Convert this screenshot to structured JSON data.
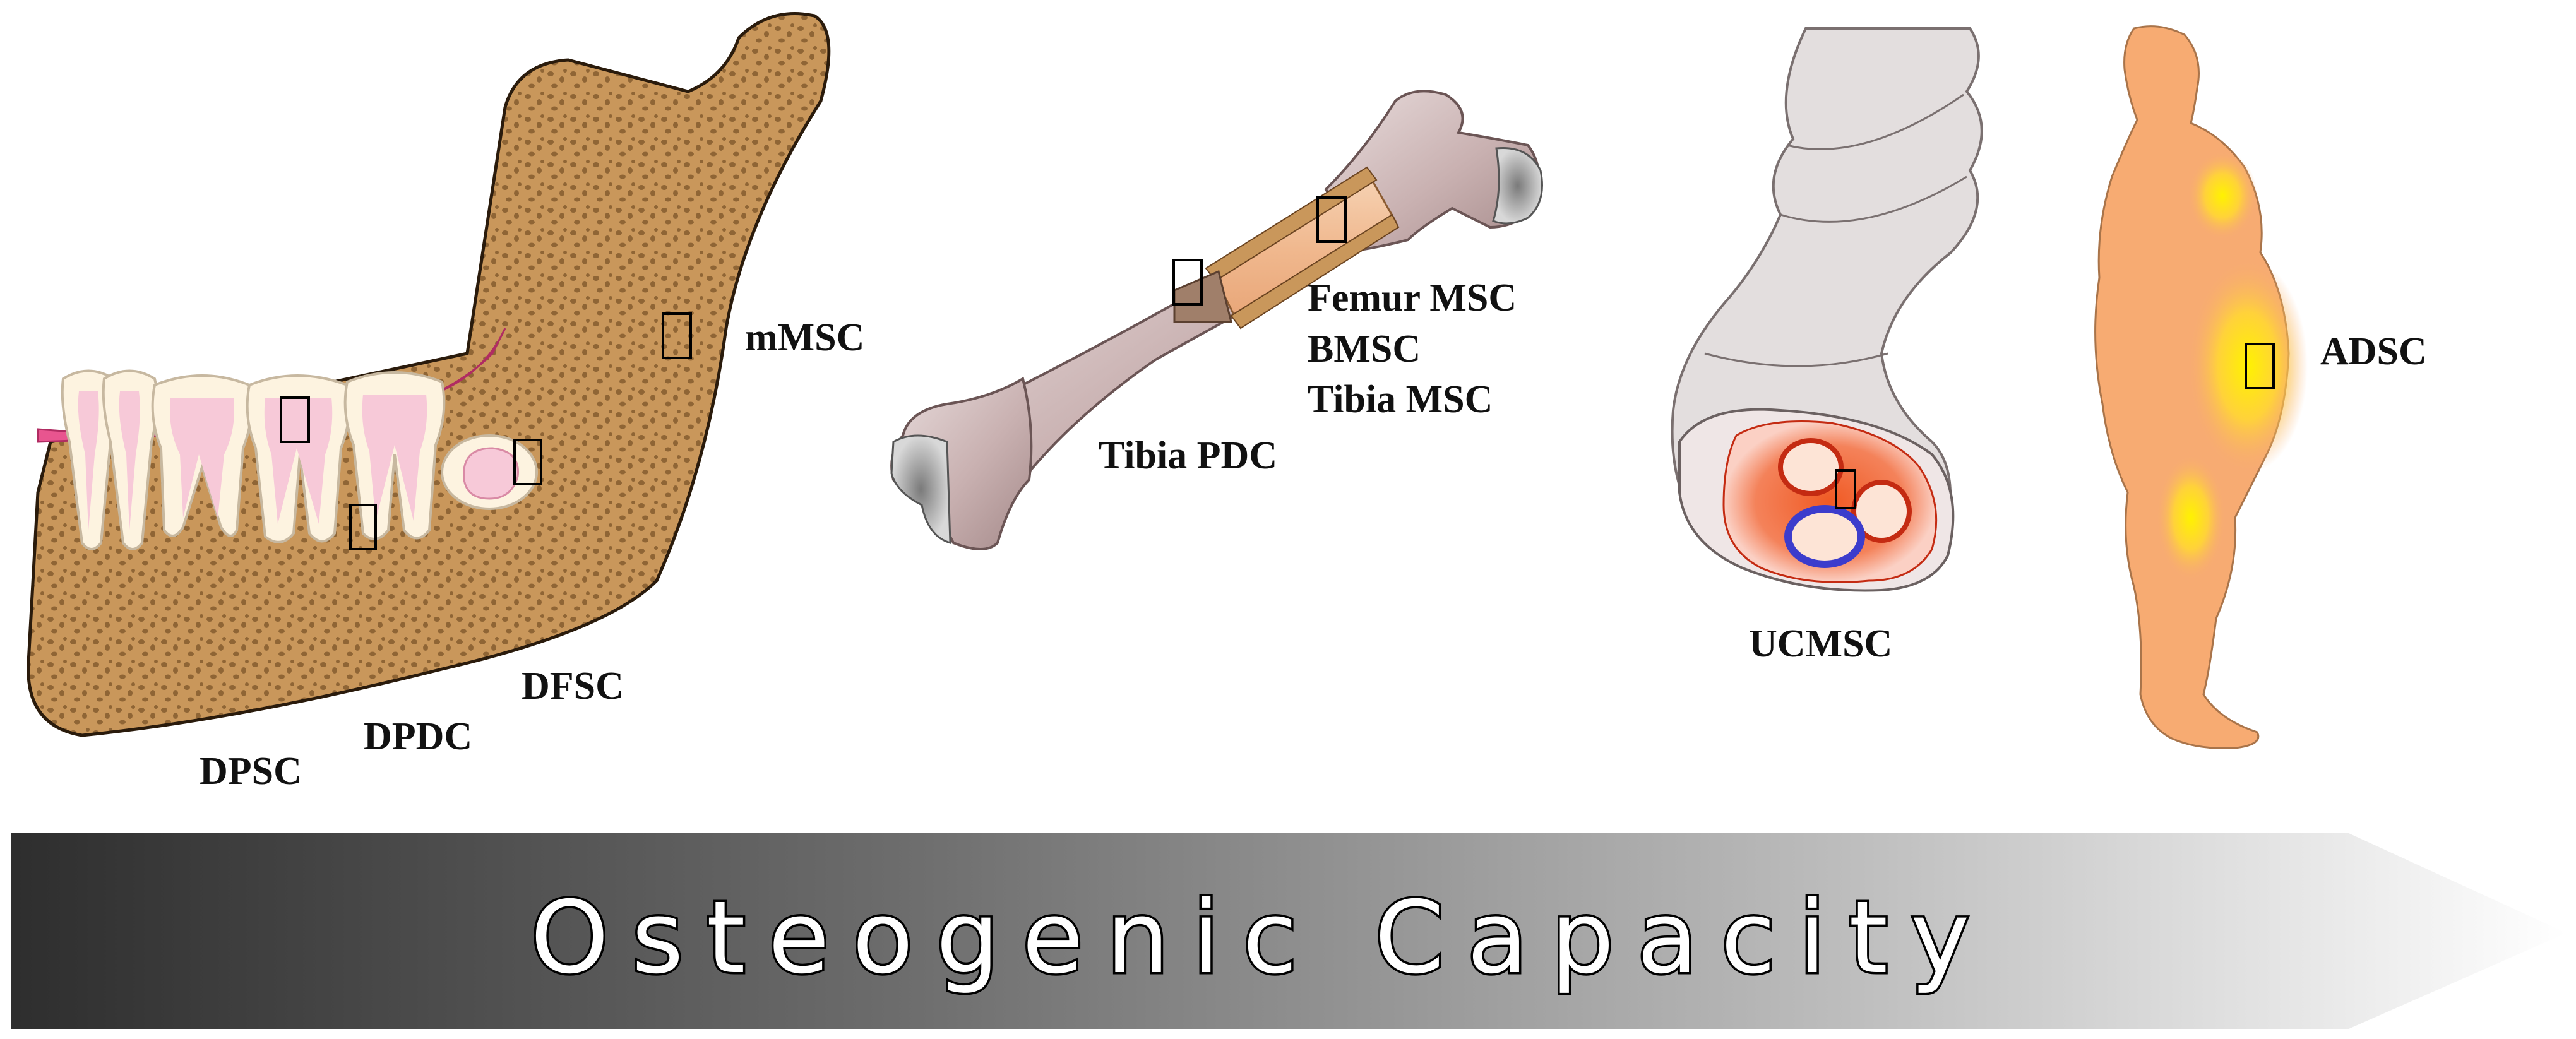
{
  "tissues": {
    "jaw": {
      "labels": [
        "mMSC",
        "DFSC",
        "DPDC",
        "DPSC"
      ]
    },
    "bone": {
      "labels": [
        "Femur MSC",
        "BMSC",
        "Tibia MSC",
        "Tibia PDC"
      ]
    },
    "umbilical_cord": {
      "label": "UCMSC"
    },
    "adipose": {
      "label": "ADSC"
    }
  },
  "gradient_arrow": {
    "label": "Osteogenic Capacity",
    "color_start": "#2e2e2e",
    "color_end": "#ffffff"
  },
  "colors": {
    "jaw_bone": "#c9975b",
    "gingiva": "#e8558f",
    "tooth_pulp": "#f7c9d8",
    "long_bone": "#cdb6b6",
    "bone_marrow": "#f2c29c",
    "cord": "#e3dede",
    "cord_vessel_artery": "#e74a2d",
    "cord_vessel_vein": "#3c3ccc",
    "body": "#f7ab72",
    "fat_highlight": "#fff200"
  }
}
